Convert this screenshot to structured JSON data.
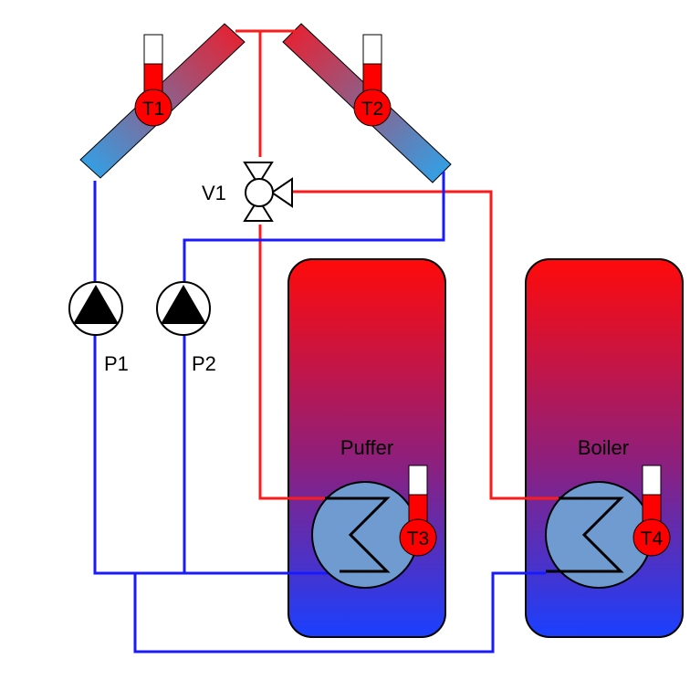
{
  "colors": {
    "hot_pipe": "#ff1a1a",
    "cold_pipe": "#1a1aff",
    "hot_tank": "#ff0a0a",
    "cold_tank": "#1a40ff",
    "collector_hot": "#ee1c2a",
    "collector_cold": "#2aa6ee",
    "coil_fill": "#6f9bd0",
    "sensor_red": "#ff0000",
    "outline": "#000000"
  },
  "icons": {
    "pump": "pump-triangle-icon",
    "valve": "three-way-valve-icon",
    "sensor": "thermometer-sensor-icon",
    "coil": "heat-exchanger-coil-icon"
  },
  "sensors": {
    "t1": "T1",
    "t2": "T2",
    "t3": "T3",
    "t4": "T4"
  },
  "pumps": {
    "p1": "P1",
    "p2": "P2"
  },
  "valve": {
    "label": "V1"
  },
  "tanks": {
    "buffer": "Puffer",
    "boiler": "Boiler"
  }
}
